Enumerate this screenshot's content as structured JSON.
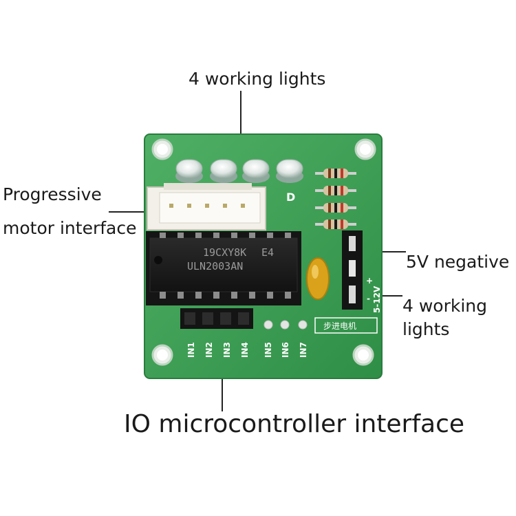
{
  "labels": {
    "top_lights": "4 working lights",
    "progressive_line1": "Progressive",
    "progressive_line2": "motor interface",
    "five_v_negative": "5V negative",
    "working_lights_line1": "4 working",
    "working_lights_line2": "lights",
    "io_interface": "IO microcontroller interface"
  },
  "board": {
    "chip_line1": "19CXY8K",
    "chip_line2": "ULN2003AN",
    "chip_mark": "E4",
    "led_label": "D",
    "pins": [
      "IN1",
      "IN2",
      "IN3",
      "IN4",
      "IN5",
      "IN6",
      "IN7"
    ],
    "power_plus": "+",
    "power_minus": "-",
    "power_range": "5-12V",
    "silk_text": "步进电机"
  },
  "colors": {
    "pcb": "#3f9e53",
    "pcb_edge": "#2e8a44",
    "chip": "#1c1c1c",
    "connector": "#f2f0e8",
    "capacitor": "#d9a21a"
  }
}
